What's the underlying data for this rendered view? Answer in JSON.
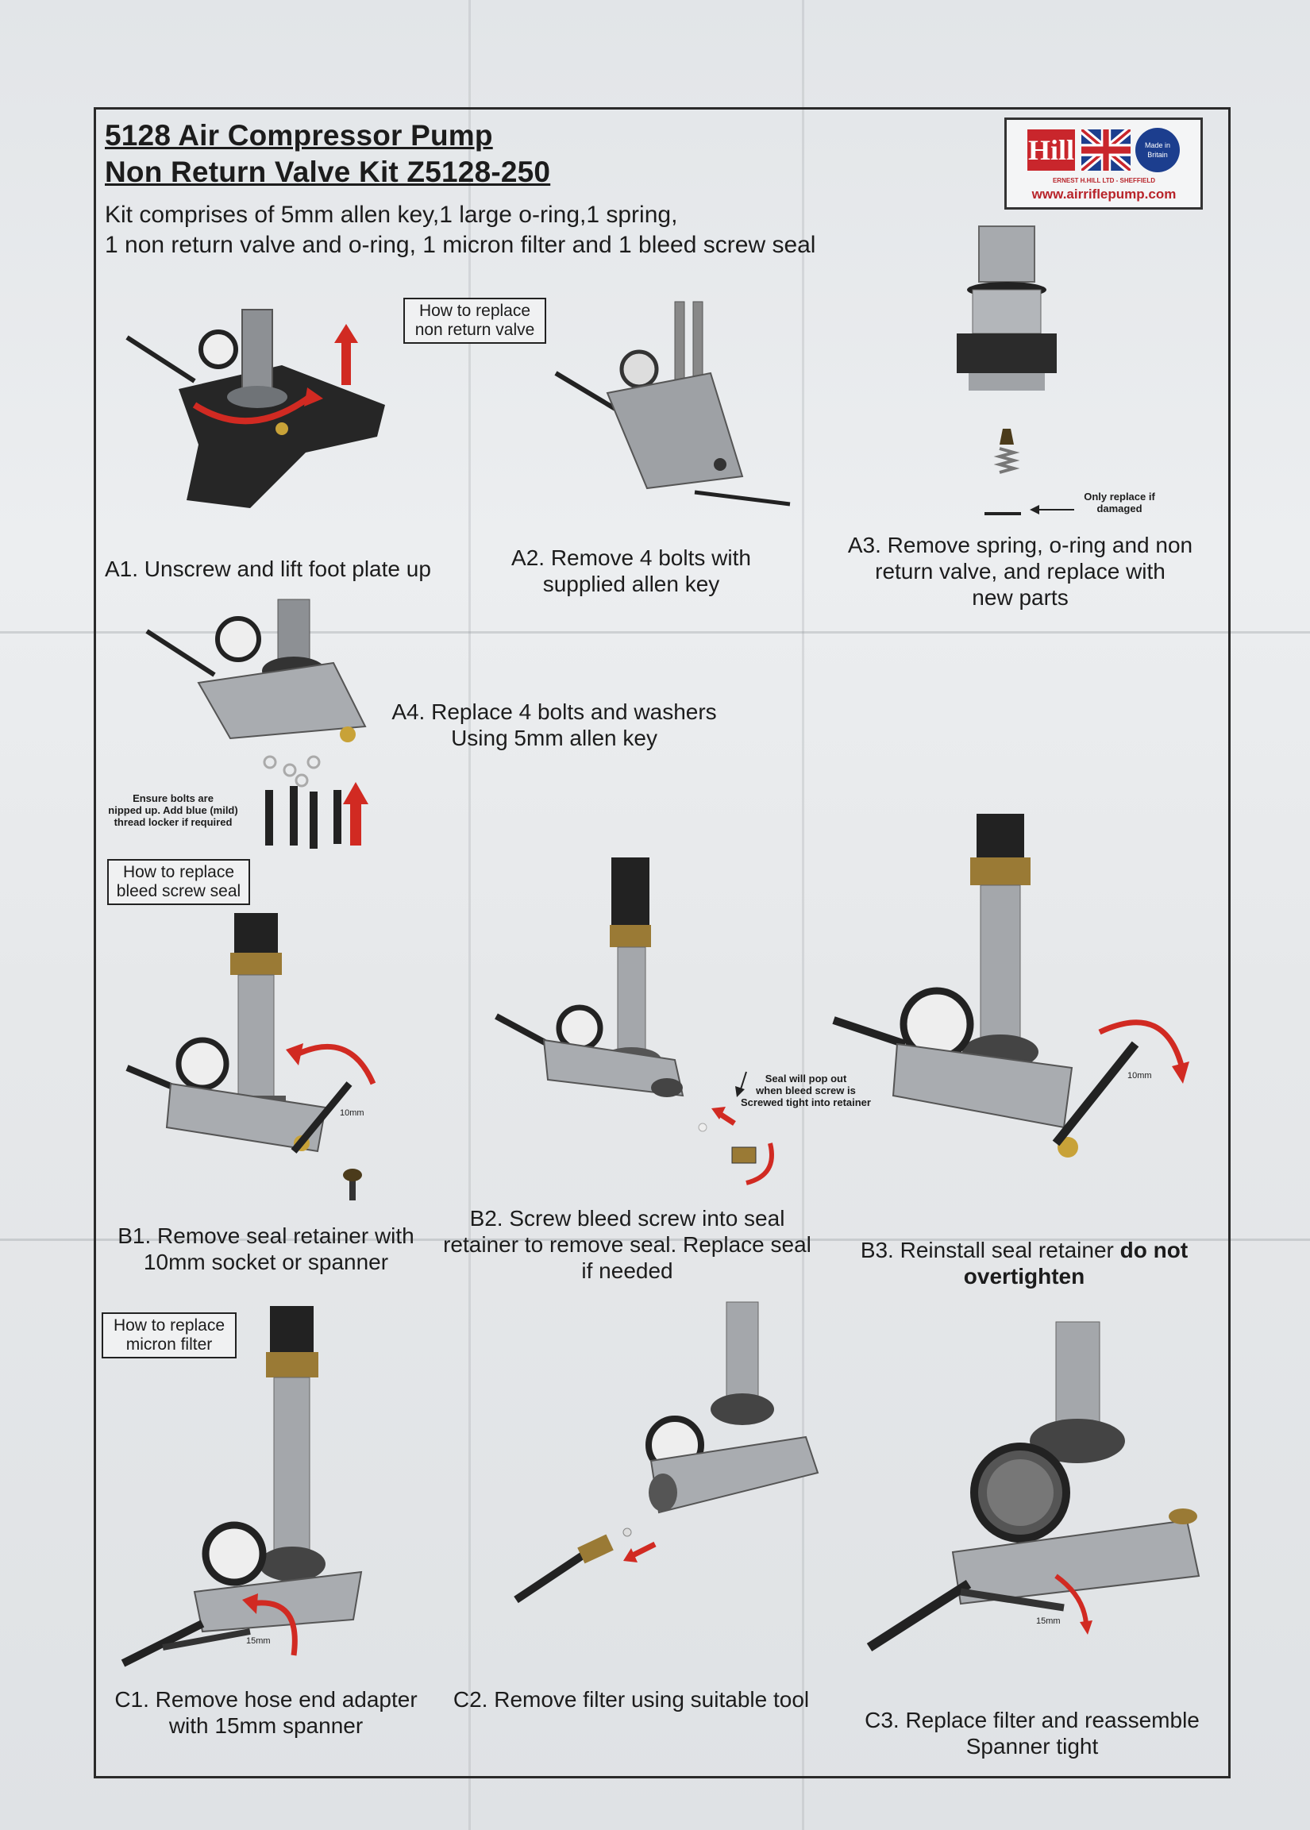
{
  "document": {
    "title_line1": "5128 Air Compressor Pump",
    "title_line2": "Non Return Valve Kit Z5128-250",
    "intro_line1": "Kit comprises of 5mm allen key,1 large o-ring,1 spring,",
    "intro_line2": "1 non return valve and o-ring, 1 micron filter and 1 bleed screw seal"
  },
  "logo": {
    "brand": "Hill",
    "made_in": "Made in Britain",
    "company": "ERNEST H.HILL LTD - SHEFFIELD",
    "url": "www.airriflepump.com"
  },
  "section_labels": {
    "non_return_valve": [
      "How to replace",
      "non return valve"
    ],
    "bleed_screw_seal": [
      "How to replace",
      "bleed screw seal"
    ],
    "micron_filter": [
      "How to replace",
      "micron filter"
    ]
  },
  "steps": {
    "a1": [
      "A1. Unscrew and lift foot plate up"
    ],
    "a2": [
      "A2. Remove 4 bolts with",
      "supplied allen key"
    ],
    "a3": [
      "A3. Remove spring, o-ring and non",
      "return valve, and replace with",
      "new parts"
    ],
    "a4": [
      "A4. Replace 4 bolts and washers",
      "Using 5mm allen key"
    ],
    "b1": [
      "B1. Remove seal retainer with",
      "10mm socket or spanner"
    ],
    "b2": [
      "B2. Screw bleed screw into seal",
      "retainer to remove seal. Replace seal",
      "if needed"
    ],
    "b3_line1": "B3. Reinstall seal retainer",
    "b3_bold1": "do not",
    "b3_bold2": "overtighten",
    "c1": [
      "C1. Remove hose end adapter",
      "with 15mm spanner"
    ],
    "c2": [
      "C2. Remove filter using suitable tool"
    ],
    "c3": [
      "C3. Replace filter and reassemble",
      "Spanner tight"
    ]
  },
  "notes": {
    "a3_note": [
      "Only replace if",
      "damaged"
    ],
    "a4_note": [
      "Ensure bolts are",
      "nipped up. Add blue (mild)",
      "thread locker if required"
    ],
    "b2_note": [
      "Seal will pop out",
      "when bleed screw is",
      "Screwed tight into retainer"
    ],
    "b1_size": "10mm",
    "b3_size": "10mm",
    "c1_size": "15mm",
    "c3_size": "15mm"
  },
  "colors": {
    "arrow_red": "#d12a22",
    "brass": "#9a7a35",
    "metal": "#a9acb0"
  }
}
